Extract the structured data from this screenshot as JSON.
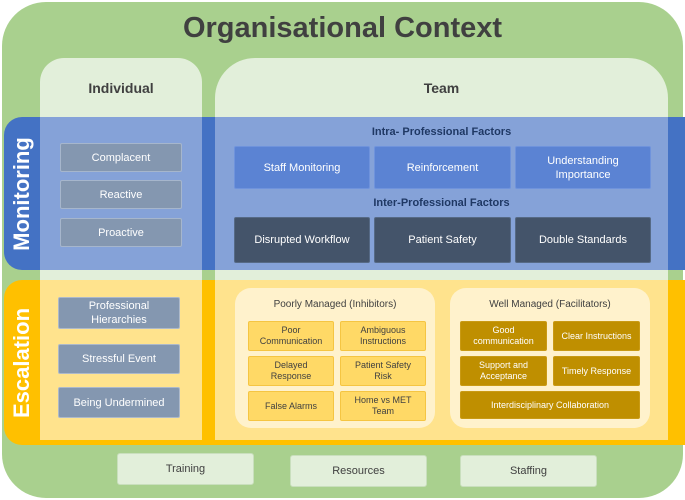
{
  "title": "Organisational Context",
  "columns": {
    "individual": "Individual",
    "team": "Team"
  },
  "bands": {
    "monitoring": "Monitoring",
    "escalation": "Escalation"
  },
  "monitoring": {
    "individual": [
      "Complacent",
      "Reactive",
      "Proactive"
    ],
    "intra_heading": "Intra- Professional Factors",
    "intra": [
      "Staff Monitoring",
      "Reinforcement",
      "Understanding Importance"
    ],
    "inter_heading": "Inter-Professional Factors",
    "inter": [
      "Disrupted Workflow",
      "Patient Safety",
      "Double Standards"
    ]
  },
  "escalation": {
    "individual": [
      "Professional Hierarchies",
      "Stressful Event",
      "Being Undermined"
    ],
    "inhibitors_heading": "Poorly Managed (Inhibitors)",
    "inhibitors": [
      "Poor Communication",
      "Ambiguous Instructions",
      "Delayed Response",
      "Patient Safety Risk",
      "False Alarms",
      "Home vs MET Team"
    ],
    "facilitators_heading": "Well Managed (Facilitators)",
    "facilitators": [
      "Good communication",
      "Clear Instructions",
      "Support and Acceptance",
      "Timely Response",
      "Interdisciplinary Collaboration"
    ]
  },
  "footer": [
    "Training",
    "Resources",
    "Staffing"
  ],
  "colors": {
    "outer": "#a9d08e",
    "column": "#e2efda",
    "monitoring_band": "#4472c4",
    "escalation_band": "#ffc000",
    "monitoring_box": "#5b83d3",
    "inter_box": "#44546a",
    "individual_box": "#8497b0",
    "inhibitor_box": "#ffd966",
    "facilitator_box": "#bf8f00"
  }
}
